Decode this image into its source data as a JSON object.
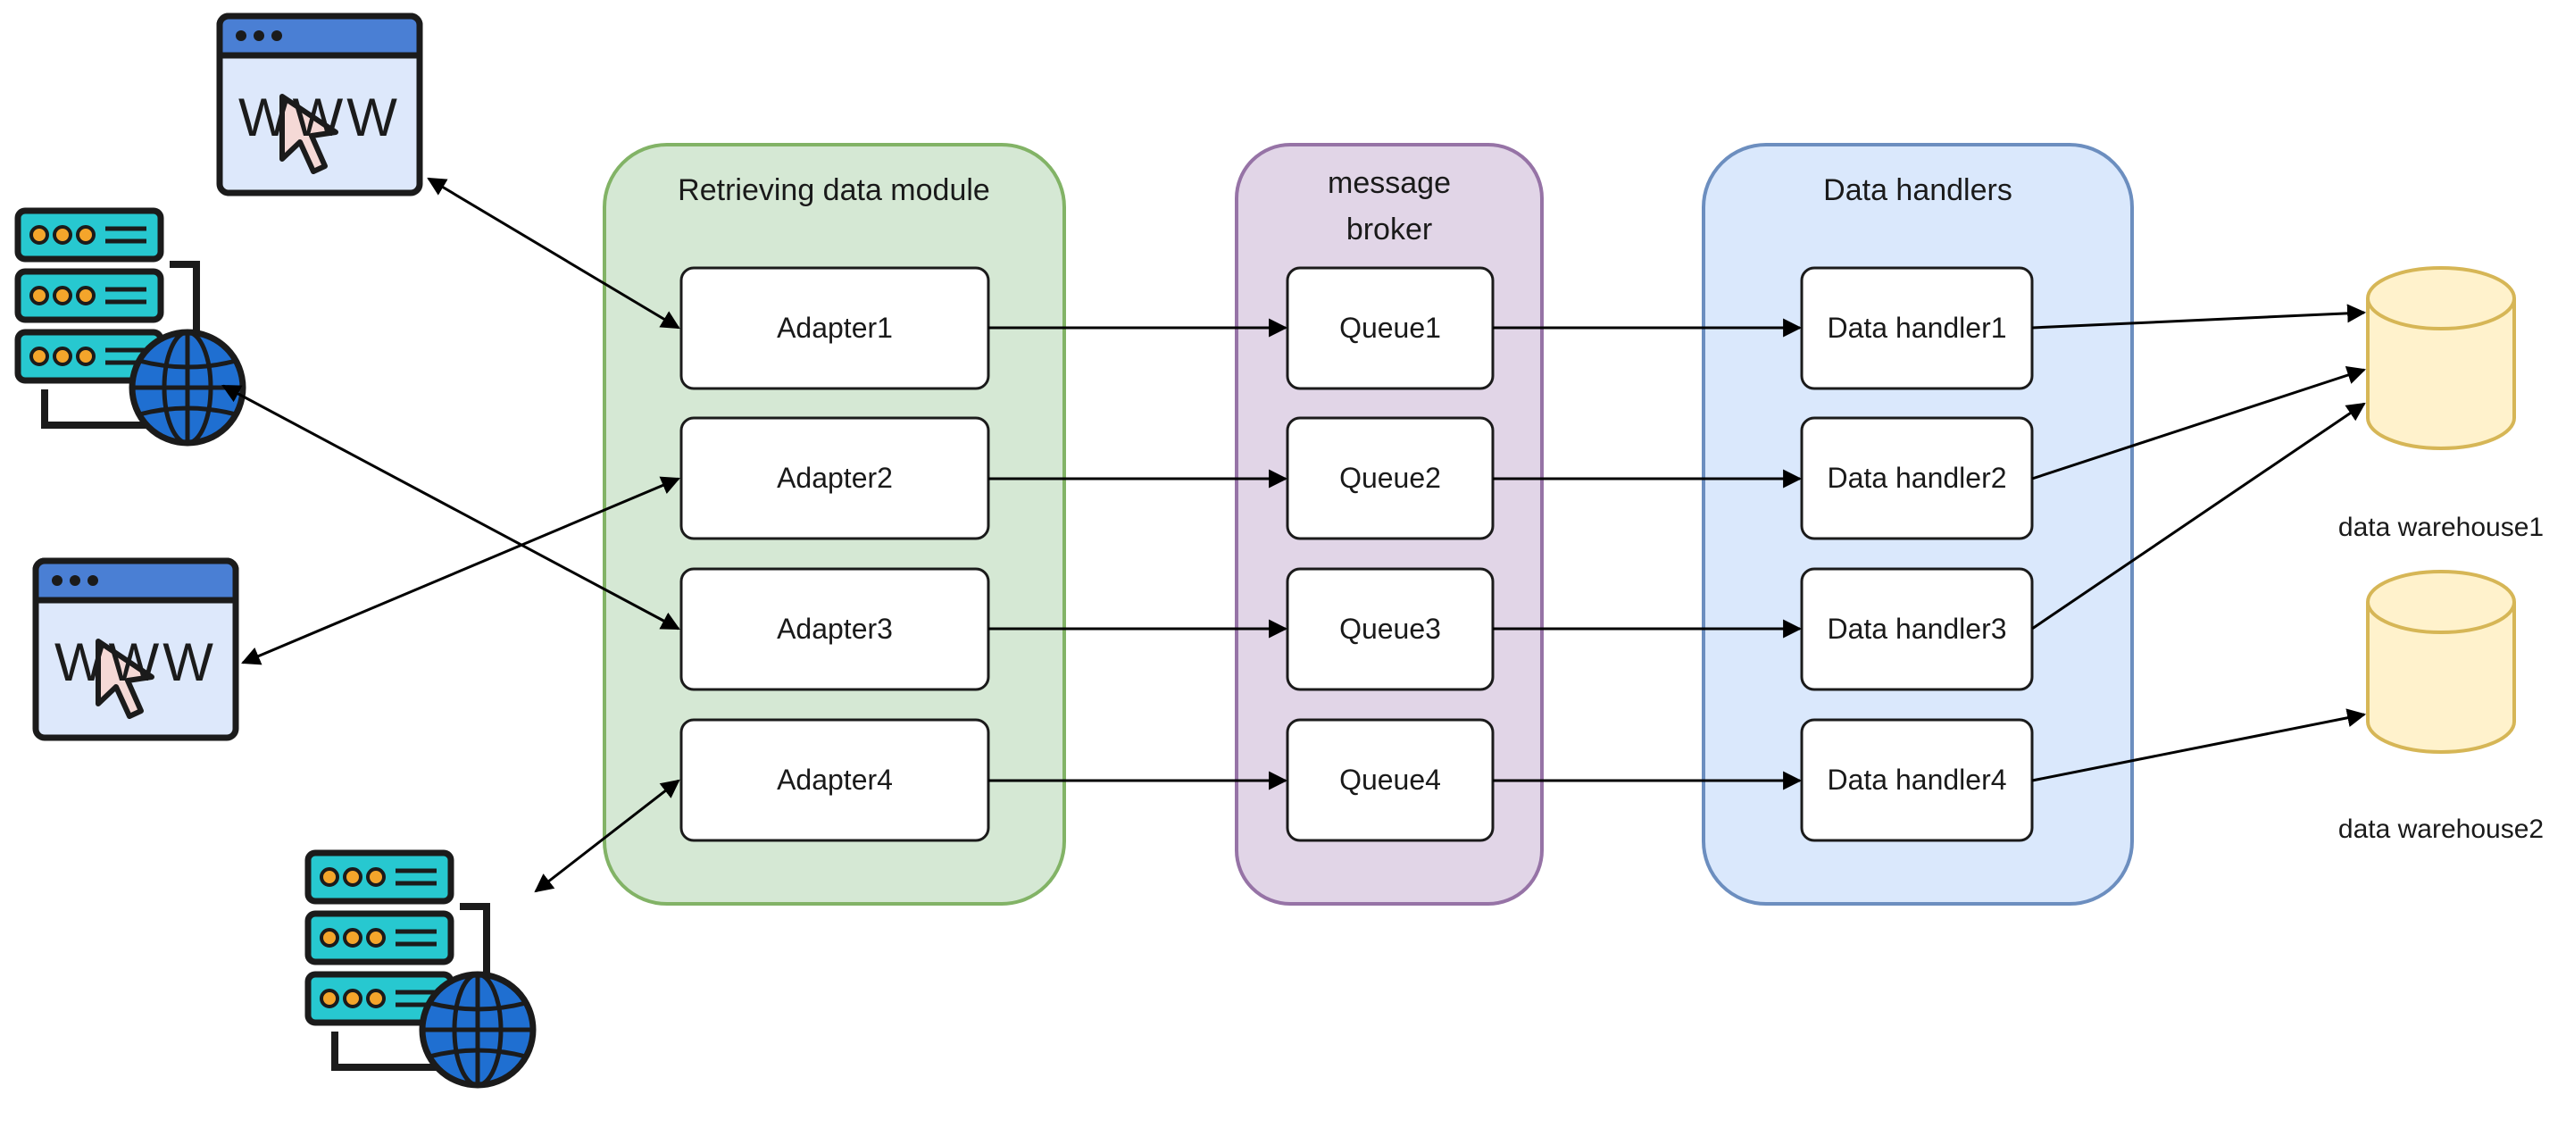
{
  "groups": {
    "retrieving": {
      "title": "Retrieving data module",
      "fill": "#d5e8d4",
      "stroke": "#82b366"
    },
    "broker": {
      "title_line1": "message",
      "title_line2": "broker",
      "fill": "#e1d5e7",
      "stroke": "#9673a6"
    },
    "handlers": {
      "title": "Data handlers",
      "fill": "#dae8fc",
      "stroke": "#6c8ebf"
    }
  },
  "adapters": [
    "Adapter1",
    "Adapter2",
    "Adapter3",
    "Adapter4"
  ],
  "queues": [
    "Queue1",
    "Queue2",
    "Queue3",
    "Queue4"
  ],
  "data_handlers": [
    "Data handler1",
    "Data handler2",
    "Data handler3",
    "Data handler4"
  ],
  "warehouses": {
    "w1": "data warehouse1",
    "w2": "data warehouse2",
    "fill": "#fff2cc",
    "stroke": "#d6b656"
  },
  "sources": {
    "web1": {
      "icon": "browser-www-icon",
      "text": "WWW"
    },
    "server1": {
      "icon": "web-server-icon"
    },
    "web2": {
      "icon": "browser-www-icon",
      "text": "WWW"
    },
    "server2": {
      "icon": "web-server-icon"
    }
  },
  "colors": {
    "browser_bar": "#4a7fd4",
    "browser_body": "#dde8fb",
    "server_teal": "#27c8d0",
    "server_dot": "#f4a52b",
    "globe": "#1f6fd1",
    "outline": "#1b1b1b"
  }
}
